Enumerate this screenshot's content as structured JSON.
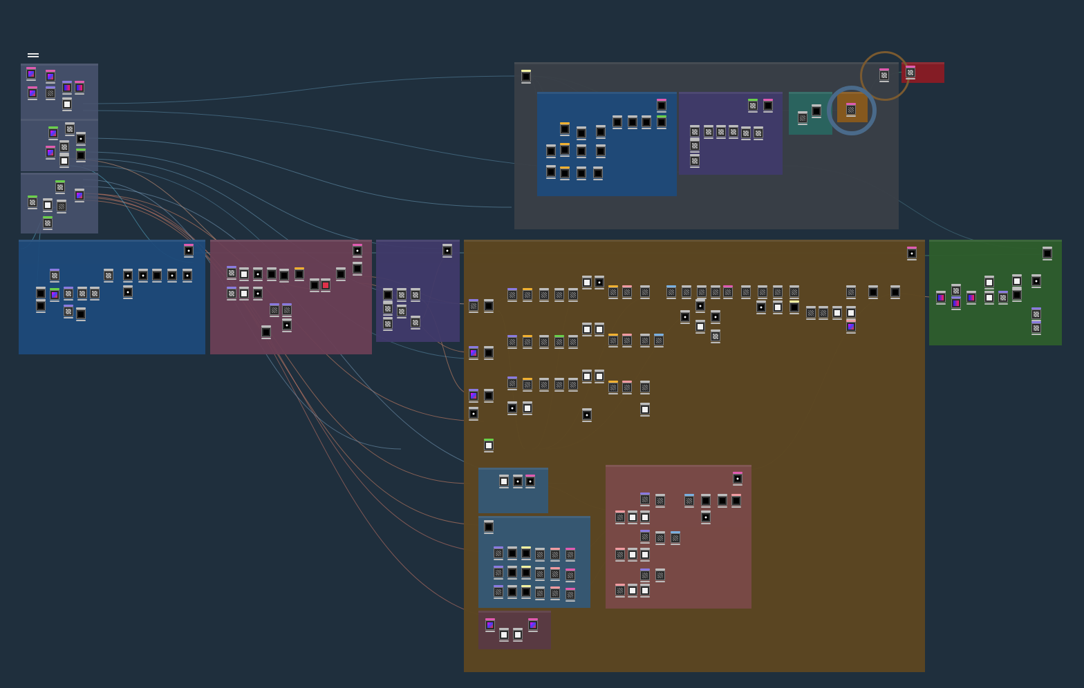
{
  "workspace": {
    "background": "#1f2f3d",
    "menu_icon": "hamburger-menu-icon"
  },
  "palette": {
    "slate": "#4a5470",
    "blue": "#1e4a7a",
    "rose": "#6a3f55",
    "violet": "#403a6a",
    "amber": "#5c4621",
    "green": "#2e5e2c",
    "gray": "#3a3f47",
    "teal": "#2a6660",
    "red": "#8a1c24",
    "salmon": "#7a4a48",
    "plum": "#5a3a44"
  },
  "node_bar_colors": [
    "#bdbdbd",
    "#e05ab0",
    "#8a7ae0",
    "#6ad04a",
    "#f0b030",
    "#f09aa0",
    "#7ab0e0",
    "#2aa080",
    "#f0f0a0"
  ],
  "node_thumb_kinds": [
    "black",
    "white",
    "checker",
    "gradient-magenta",
    "gradient-blue-red",
    "dot",
    "noise",
    "red"
  ]
}
